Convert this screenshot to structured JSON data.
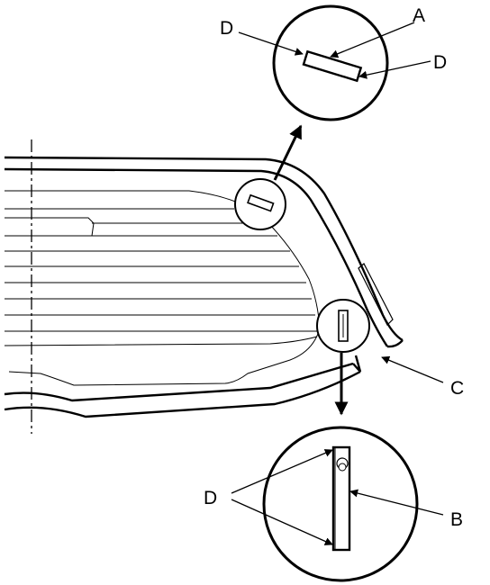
{
  "callouts": {
    "a": "A",
    "b": "B",
    "c": "C",
    "d_top_left": "D",
    "d_top_right": "D",
    "d_bottom": "D"
  },
  "colors": {
    "ink": "#000000",
    "paper": "#ffffff"
  }
}
